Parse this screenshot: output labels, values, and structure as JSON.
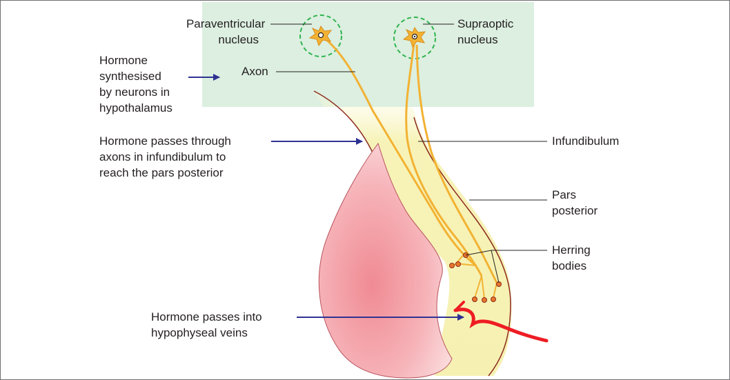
{
  "labels": {
    "paraventricular": [
      "Paraventricular",
      "nucleus"
    ],
    "supraoptic": [
      "Supraoptic",
      "nucleus"
    ],
    "axon": "Axon",
    "hormone_synthesised": [
      "Hormone",
      "synthesised",
      "by neurons in",
      "hypothalamus"
    ],
    "hormone_passes_through": [
      "Hormone passes through",
      "axons in infundibulum to",
      "reach the pars posterior"
    ],
    "infundibulum": "Infundibulum",
    "pars_posterior": [
      "Pars",
      "posterior"
    ],
    "herring_bodies": [
      "Herring",
      "bodies"
    ],
    "hormone_passes_into": [
      "Hormone passes into",
      "hypophyseal veins"
    ]
  },
  "colors": {
    "hypothalamus_region": "#dcefe0",
    "infundibulum_fill": "#f7f4c2",
    "anterior_lobe": "#f3a7ad",
    "axon": "#f2b233",
    "nucleus_ring": "#2fb34e",
    "arrow": "#2e3192",
    "vein": "#ee1c24",
    "herring_body": "#e8762b",
    "outline": "#8c2a1d"
  }
}
